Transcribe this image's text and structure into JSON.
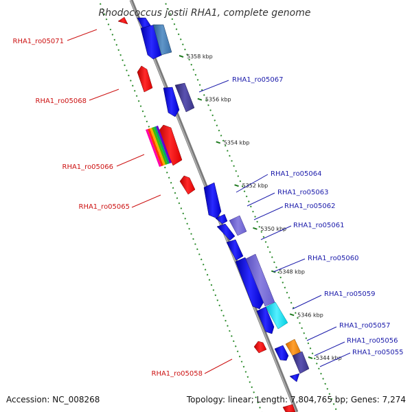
{
  "title": "Rhodococcus jostii RHA1, complete genome",
  "footer": {
    "accession": "Accession: NC_008268",
    "topology": "Topology: linear; Length: 7,804,765 bp; Genes: 7,274"
  },
  "colors": {
    "backbone": "#888888",
    "guide": "#339933",
    "forward_label": "#1a1aaa",
    "reverse_label": "#cc1111"
  },
  "ticks": [
    {
      "label": "5358 kbp",
      "kbp": 5358
    },
    {
      "label": "5356 kbp",
      "kbp": 5356
    },
    {
      "label": "5354 kbp",
      "kbp": 5354
    },
    {
      "label": "5352 kbp",
      "kbp": 5352
    },
    {
      "label": "5350 kbp",
      "kbp": 5350
    },
    {
      "label": "5348 kbp",
      "kbp": 5348
    },
    {
      "label": "5346 kbp",
      "kbp": 5346
    },
    {
      "label": "5344 kbp",
      "kbp": 5344
    }
  ],
  "forward_genes": [
    "RHA1_ro05067",
    "RHA1_ro05064",
    "RHA1_ro05063",
    "RHA1_ro05062",
    "RHA1_ro05061",
    "RHA1_ro05060",
    "RHA1_ro05059",
    "RHA1_ro05057",
    "RHA1_ro05056",
    "RHA1_ro05055"
  ],
  "reverse_genes": [
    "RHA1_ro05071",
    "RHA1_ro05068",
    "RHA1_ro05066",
    "RHA1_ro05065",
    "RHA1_ro05058"
  ]
}
